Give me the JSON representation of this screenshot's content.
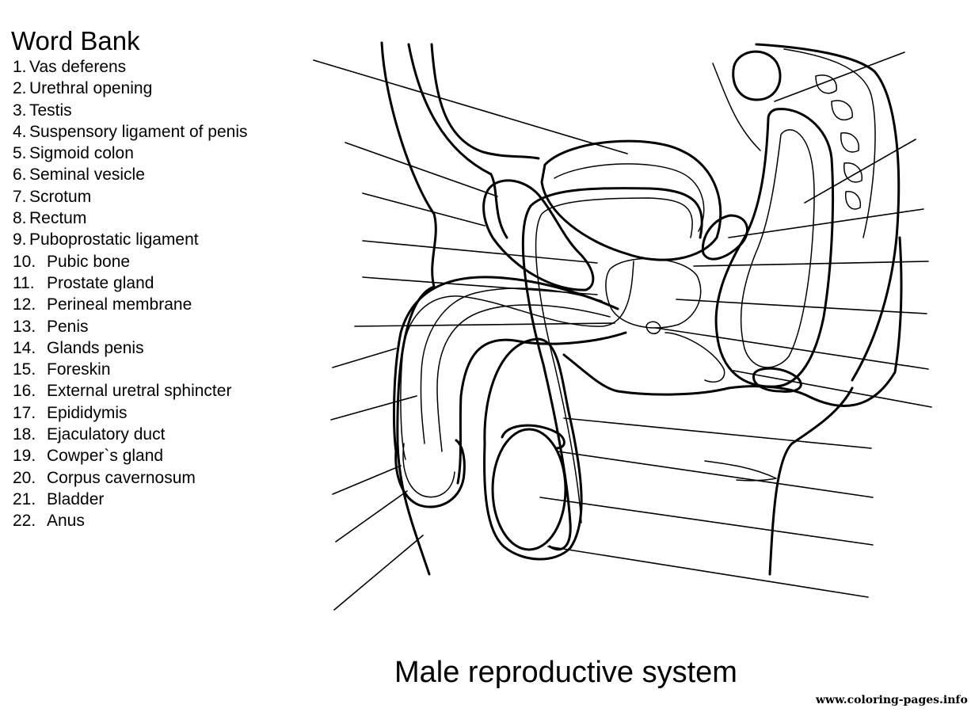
{
  "word_bank": {
    "title": "Word Bank",
    "items": [
      {
        "num": "1.",
        "label": "Vas deferens"
      },
      {
        "num": "2.",
        "label": "Urethral opening"
      },
      {
        "num": "3.",
        "label": "Testis"
      },
      {
        "num": "4.",
        "label": "Suspensory ligament of penis"
      },
      {
        "num": "5.",
        "label": "Sigmoid colon"
      },
      {
        "num": "6.",
        "label": "Seminal vesicle"
      },
      {
        "num": "7.",
        "label": "Scrotum"
      },
      {
        "num": "8.",
        "label": "Rectum"
      },
      {
        "num": "9.",
        "label": "Puboprostatic ligament"
      },
      {
        "num": "10.",
        "label": "Pubic bone"
      },
      {
        "num": "11.",
        "label": "Prostate gland"
      },
      {
        "num": "12.",
        "label": "Perineal membrane"
      },
      {
        "num": "13.",
        "label": "Penis"
      },
      {
        "num": "14.",
        "label": "Glands penis"
      },
      {
        "num": "15.",
        "label": "Foreskin"
      },
      {
        "num": "16.",
        "label": "External uretral sphincter"
      },
      {
        "num": "17.",
        "label": "Epididymis"
      },
      {
        "num": "18.",
        "label": "Ejaculatory duct"
      },
      {
        "num": "19.",
        "label": "Cowper`s gland"
      },
      {
        "num": "20.",
        "label": "Corpus cavernosum"
      },
      {
        "num": "21.",
        "label": "Bladder"
      },
      {
        "num": "22.",
        "label": "Anus"
      }
    ]
  },
  "caption": "Male reproductive system",
  "watermark": "www.coloring-pages.info",
  "colors": {
    "ink": "#000000",
    "paper": "#ffffff"
  }
}
